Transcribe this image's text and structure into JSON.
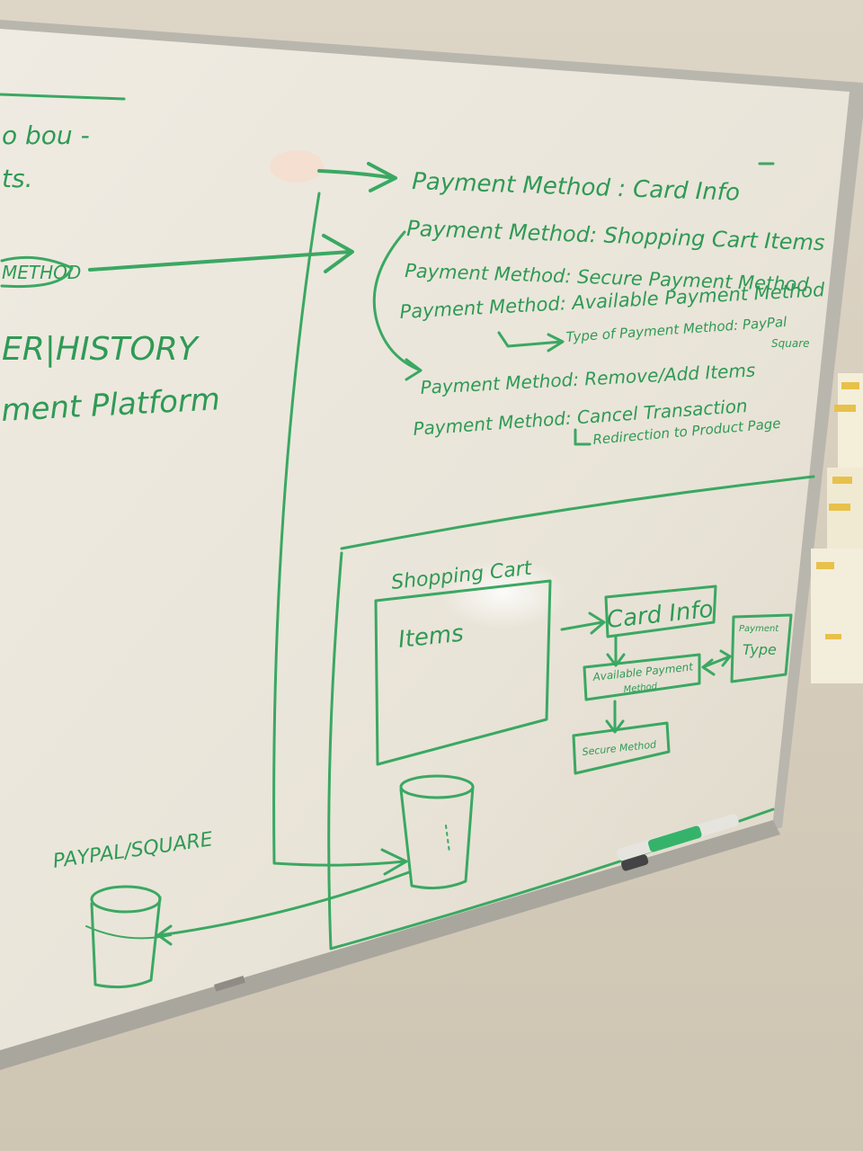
{
  "board": {
    "left_fragments": [
      "o bou -",
      "ts.",
      "METHOD"
    ],
    "left_big": [
      "ER|HISTORY",
      "ment Platform"
    ],
    "payment_lines": [
      "Payment Method : Card Info",
      "Payment Method: Shopping Cart Items",
      "Payment Method: Secure Payment Method",
      "Payment Method: Available Payment Method",
      "Type of Payment Method: PayPal",
      "Square",
      "Payment Method: Remove/Add Items",
      "Payment Method: Cancel Transaction",
      "Redirection to Product Page"
    ],
    "diagram": {
      "shopping_cart": "Shopping Cart",
      "items": "Items",
      "card_info": "Card Info",
      "available_payment": "Available Payment",
      "available_payment_2": "Method",
      "payment_type": "Payment",
      "payment_type_2": "Type",
      "secure_method": "Secure Method",
      "paypal_square": "PAYPAL/SQUARE"
    }
  },
  "colors": {
    "wall": "#d8cfbf",
    "board": "#ece7dc",
    "frame": "#b9b6ae",
    "marker": "#3aa862"
  },
  "icons": [
    "database-cylinder-icon",
    "database-cylinder-icon",
    "marker-icon"
  ]
}
